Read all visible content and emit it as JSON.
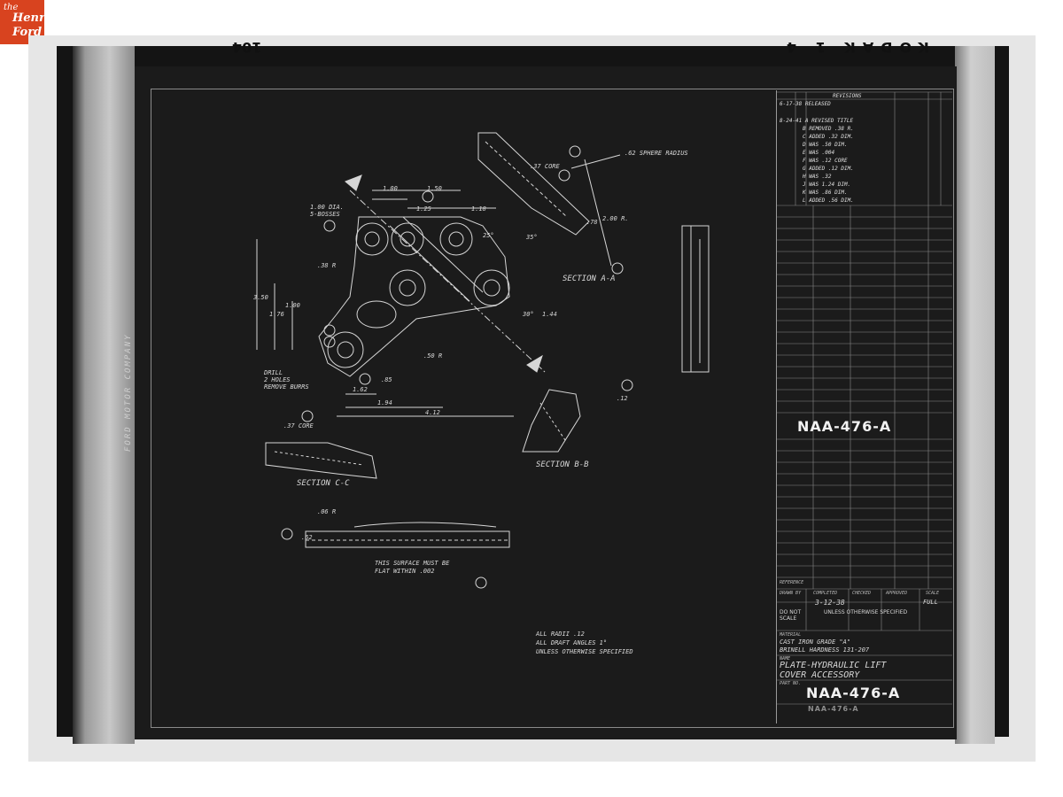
{
  "logo": {
    "the": "the",
    "henry": "Henry",
    "ford": "Ford"
  },
  "edge": {
    "left_code": "104",
    "right_code": "KODAK 1 4"
  },
  "company": "FORD MOTOR COMPANY",
  "drawing": {
    "part_number": "NAA-476-A",
    "part_number_faint": "NAA-476-A",
    "title_line1": "PLATE-HYDRAULIC LIFT",
    "title_line2": "COVER ACCESSORY",
    "material_line1": "CAST IRON GRADE \"A\"",
    "material_line2": "BRINELL HARDNESS 131-207",
    "completed_date": "3-12-38",
    "scale": "FULL",
    "do_not_scale": "DO NOT SCALE",
    "unless": "UNLESS OTHERWISE SPECIFIED",
    "labels": {
      "reference": "REFERENCE",
      "drawn_by": "DRAWN BY",
      "completed": "COMPLETED",
      "checked": "CHECKED",
      "approved": "APPROVED",
      "scale": "SCALE",
      "material": "MATERIAL",
      "name": "NAME",
      "part_no": "PART NO."
    }
  },
  "revisions": {
    "header": "REVISIONS",
    "rows": [
      "6-17-38   RELEASED",
      "8-24-41 A  REVISED TITLE",
      "B  REMOVED .38 R.",
      "C  ADDED .32 DIM.",
      "D  WAS .50 DIM.",
      "E  WAS .004",
      "F  WAS .12 CORE",
      "G  ADDED .12 DIM.",
      "H  WAS .32",
      "J  WAS 1.24 DIM.",
      "K  WAS .86 DIM.",
      "L  ADDED .56 DIM."
    ]
  },
  "notes": {
    "general1": "ALL RADII .12",
    "general2": "ALL DRAFT ANGLES 1°",
    "general3": "UNLESS OTHERWISE SPECIFIED",
    "flat1": "THIS SURFACE MUST BE",
    "flat2": "FLAT WITHIN .002",
    "drill1": "DRILL",
    "drill2": "2 HOLES",
    "drill3": "REMOVE BURRS",
    "bosses1": "1.00 DIA.",
    "bosses2": "5-BOSSES",
    "sphere": ".62 SPHERE RADIUS",
    "core_f": ".37 CORE",
    "core_cc": ".37 CORE",
    "section_aa": "SECTION A-A",
    "section_bb": "SECTION B-B",
    "section_cc": "SECTION C-C"
  },
  "dims": {
    "d100": "1.00",
    "d150": "1.50",
    "d125": "1.25",
    "d118": "1.18",
    "d200": "2.00 R.",
    "d78": ".78",
    "d350": "3.50",
    "d176": "1.76",
    "d100b": "1.00",
    "d144": "1.44",
    "d412": "4.12",
    "d194": "1.94",
    "d162": "1.62",
    "d85": ".85",
    "d12": ".12",
    "d62": ".62",
    "d06": ".06 R",
    "d38": ".38 R",
    "d50": ".50 R",
    "a25": "25°",
    "a35": "35°",
    "a30": "30°"
  }
}
